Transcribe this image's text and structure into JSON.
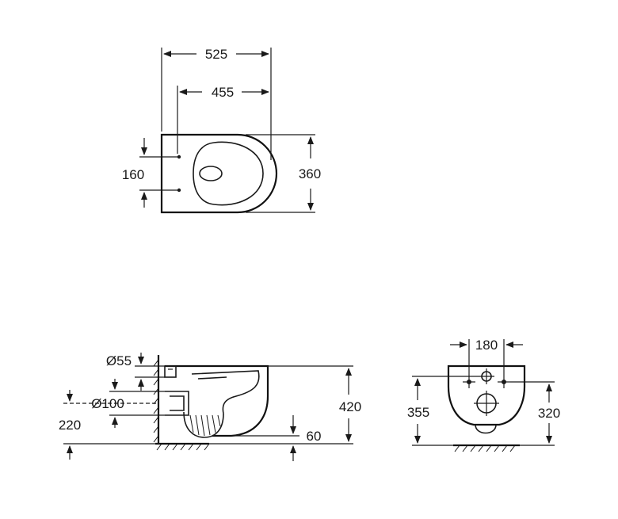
{
  "drawing": {
    "top_view": {
      "dim_overall_length": "525",
      "dim_fixing_to_front": "455",
      "dim_fixing_spacing": "160",
      "dim_width": "360"
    },
    "side_view": {
      "dim_inlet_diameter": "Ø55",
      "dim_outlet_diameter": "Ø100",
      "dim_outlet_height": "220",
      "dim_bowl_height": "420",
      "dim_rim_offset": "60"
    },
    "rear_view": {
      "dim_fixing_spacing": "180",
      "dim_left_height": "355",
      "dim_right_height": "320"
    }
  }
}
